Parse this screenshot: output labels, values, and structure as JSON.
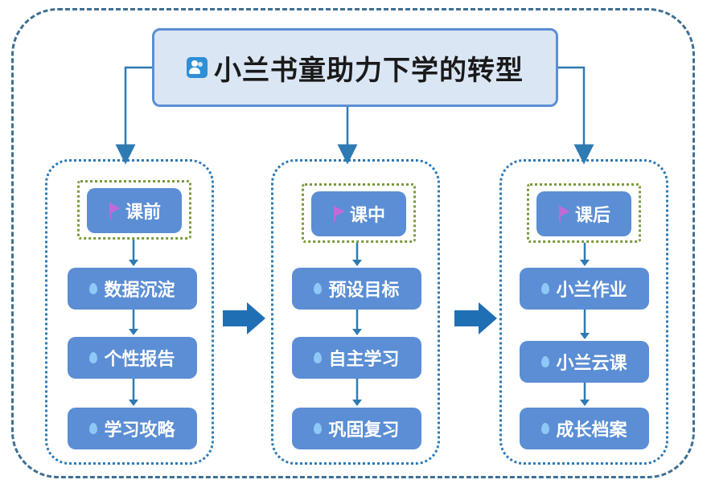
{
  "title": "小兰书童助力下学的转型",
  "colors": {
    "border": "#3f6f93",
    "title_bg": "#dbe6f4",
    "box_blue": "#5b8ed4",
    "column_border": "#2e7ab3",
    "head_frame": "#7a9a3c",
    "flag": "#c06ad8",
    "arrow_thin": "#2e7ab3",
    "arrow_big": "#1f6fb5"
  },
  "icons": {
    "title": "user-group-icon",
    "head": "flag-icon",
    "item": "drop-icon"
  },
  "columns": [
    {
      "head": "课前",
      "items": [
        "数据沉淀",
        "个性报告",
        "学习攻略"
      ]
    },
    {
      "head": "课中",
      "items": [
        "预设目标",
        "自主学习",
        "巩固复习"
      ]
    },
    {
      "head": "课后",
      "items": [
        "小兰作业",
        "小兰云课",
        "成长档案"
      ]
    }
  ]
}
